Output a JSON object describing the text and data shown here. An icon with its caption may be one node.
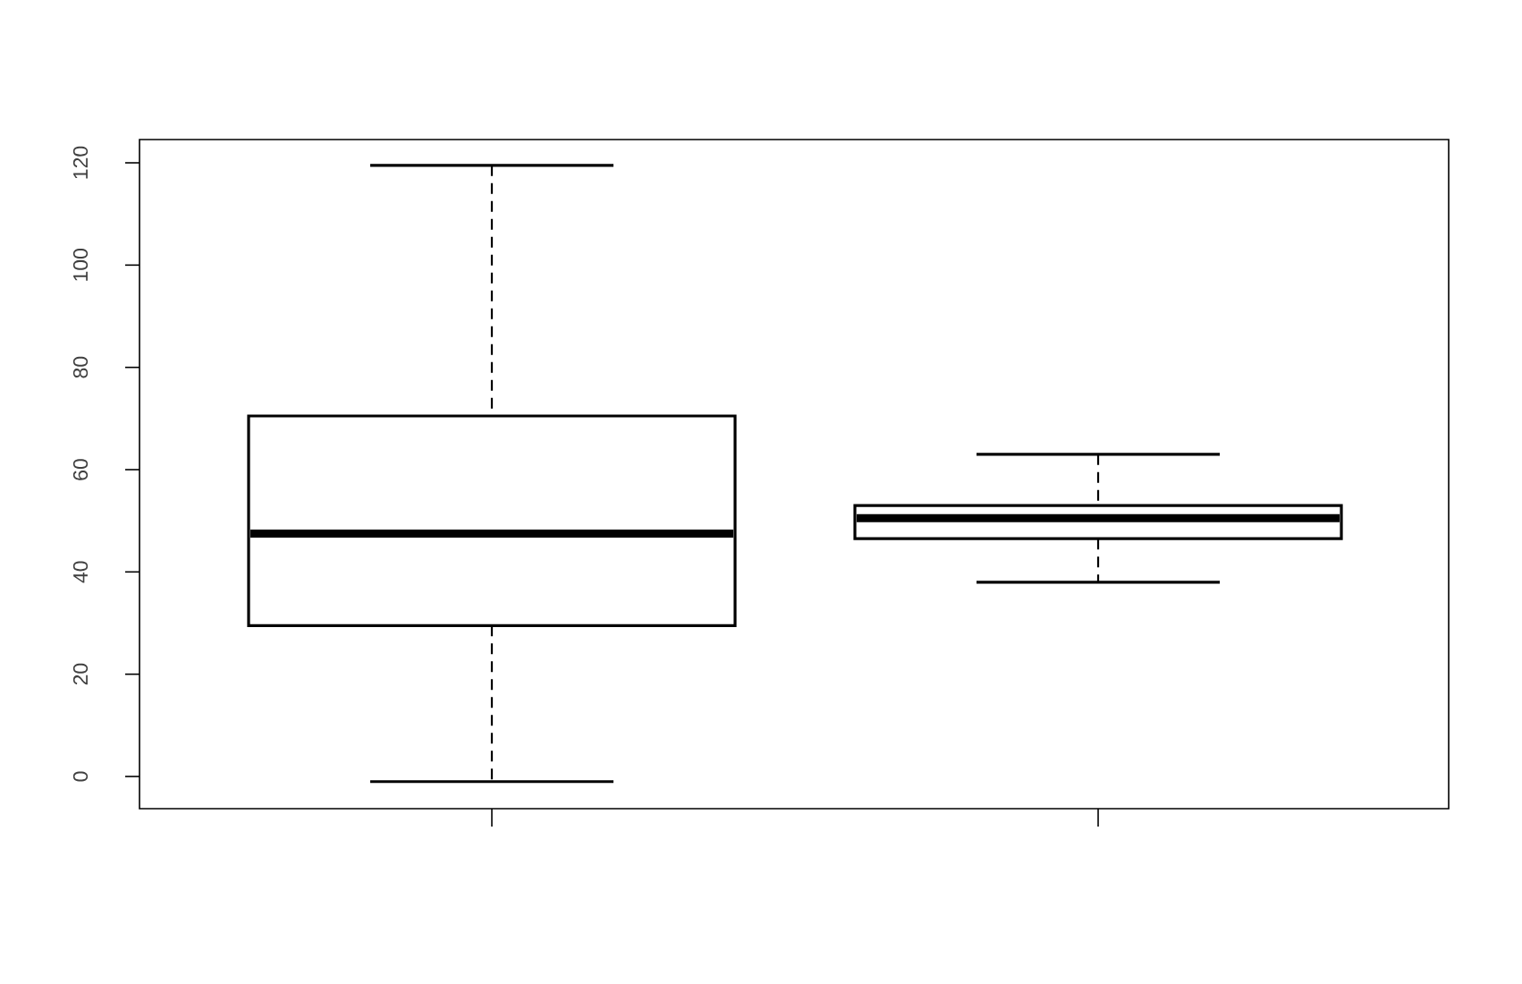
{
  "diagram": {
    "labels": [
      "0",
      "20",
      "40",
      "60",
      "80",
      "100",
      "120"
    ]
  }
}
